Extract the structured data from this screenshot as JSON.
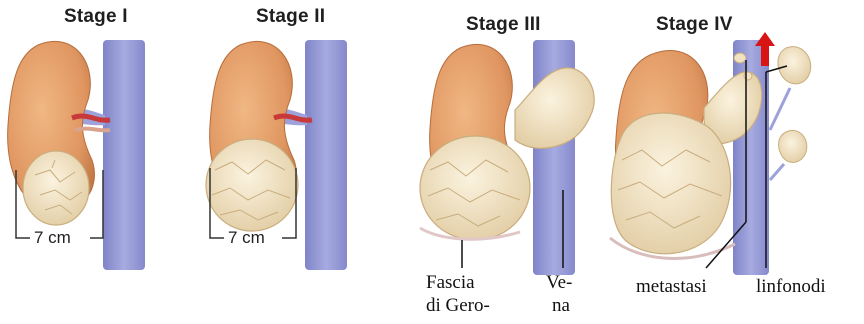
{
  "stages": [
    {
      "title": "Stage I"
    },
    {
      "title": "Stage II"
    },
    {
      "title": "Stage III"
    },
    {
      "title": "Stage IV"
    }
  ],
  "size_labels": [
    "7 cm",
    "7 cm"
  ],
  "captions": {
    "fascia": [
      "Fascia",
      "di Gero-"
    ],
    "vena": [
      "Ve-",
      "na"
    ],
    "metastasi": "metastasi",
    "linfonodi": "linfonodi"
  },
  "colors": {
    "kidney": "#e6a06c",
    "kidney_shadow": "#c97a46",
    "vein": "#8f93d3",
    "vein_light": "#a9acdf",
    "tumor": "#f1e2c4",
    "tumor_line": "#c9ad7e",
    "artery": "#c83a3a",
    "arrow": "#d81414"
  }
}
